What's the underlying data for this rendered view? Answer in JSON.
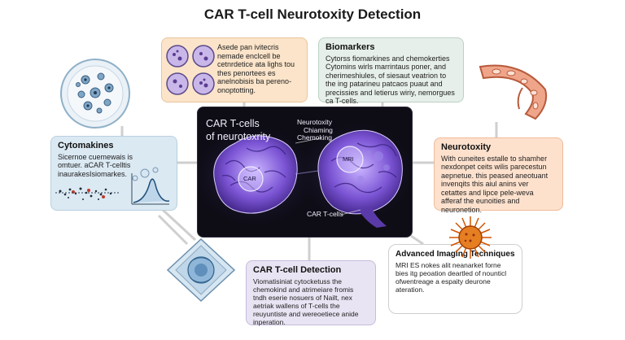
{
  "title": "CAR T-cell Neurotoxity Detection",
  "cards": {
    "top_note": {
      "text": "Asede pan ivitecris nemade enclcell be cetnrdetice ata lighs tou thes penortees es anelnobisis ba pereno-onoptotting."
    },
    "biomarkers": {
      "heading": "Biomarkers",
      "text": "Cytorss fiomarkines and chemokerties Cytomins wirls marrintaus poner, and cherimeshiules, of siesaut veatrion to the ing patarineu patcaos puaut and precissies and letierus wiriy, nemorgues ca T-cells."
    },
    "cytomakines": {
      "heading": "Cytomakines",
      "text": "Sicernoe cuemewais is omtuer. aCAR T-celltis inaurakesIsiomarkes."
    },
    "neurotoxity": {
      "heading": "Neurotoxity",
      "text": "With cuneites estalle to shamher nexdonpet ceits wilis parecestun aepnetue. this peased aneotuant invenqits this aiul anins ver cetattes and lipce pele-weva afferaf the eunoities and neuronetion."
    },
    "detection": {
      "heading": "CAR T-cell Detection",
      "text": "Viomatisiniat cytocketuss the chemokind and atrimeiare fromis tndh eserie nosuers of Nailt, nex aetriak wallens of T-cells the reuyuntiste and wereoetiece anide inperation."
    },
    "imaging": {
      "heading": "Advanced Imaging Techniques",
      "text": "MRI ES nokes alit neanarket forne bies itg peoation deartled of nounticl ofwentreage a espaity deurone ateration."
    }
  },
  "central": {
    "heading_line1": "CAR T-cells",
    "heading_line2": "of neurotoxrity",
    "annotation_line1": "Neurotoxity",
    "annotation_line2": "Chiaming",
    "annotation_line3": "Chemoking",
    "left_circle_label": "CAR",
    "right_circle_label": "MRI",
    "bottom_label": "CAR T-cells"
  },
  "colors": {
    "card_cyan": "#dbe9f3",
    "card_peach": "#fbe4c9",
    "card_green": "#e6efe9",
    "card_orange": "#fde1cd",
    "card_lavender": "#e9e4f3",
    "brain_purple": "#8a63d8",
    "central_bg": "#0e0d16"
  },
  "icons": [
    "cells-petri-icon",
    "cell-cluster-icon",
    "cytokine-diagram-icon",
    "neuron-tissue-icon",
    "crystal-cell-icon",
    "virus-icon",
    "brain-illustration"
  ]
}
